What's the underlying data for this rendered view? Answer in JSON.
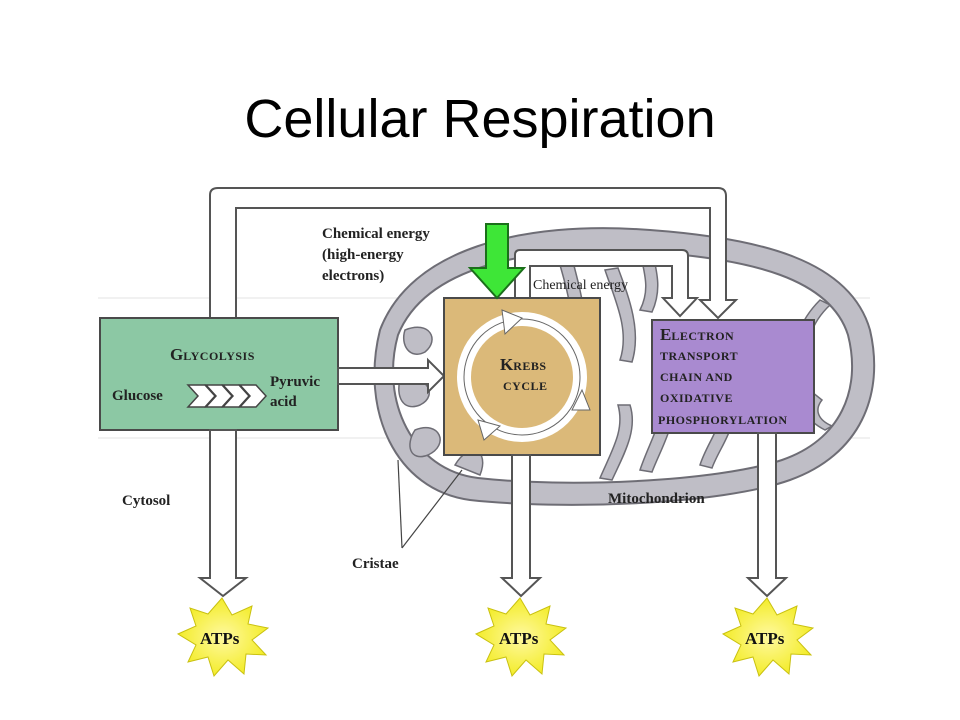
{
  "slide": {
    "title": "Cellular Respiration"
  },
  "diagram": {
    "top_label": {
      "line1": "Chemical energy",
      "line2": "(high-energy",
      "line3": "electrons)"
    },
    "inner_label": "Chemical energy",
    "glycolysis": {
      "title_first": "G",
      "title_rest": "LYCOLYSIS",
      "input": "Glucose",
      "output_line1": "Pyruvic",
      "output_line2": "acid",
      "fill_color": "#8cc8a4"
    },
    "krebs": {
      "title_first": "K",
      "title_rest": "REBS",
      "subtitle": "CYCLE",
      "fill_color": "#dbb979"
    },
    "etc": {
      "line1_first": "E",
      "line1_rest": "LECTRON",
      "line2": "TRANSPORT",
      "line3": "CHAIN AND",
      "line4": "OXIDATIVE",
      "line5": "PHOSPHORYLATION",
      "fill_color": "#a98ad0"
    },
    "cytosol_label": "Cytosol",
    "mitochondrion_label": "Mitochondrion",
    "cristae_label": "Cristae",
    "atp_labels": [
      "ATPs",
      "ATPs",
      "ATPs"
    ],
    "atp_burst_color": "#f3ec2a",
    "highlight_arrow_color": "#3ee637"
  }
}
